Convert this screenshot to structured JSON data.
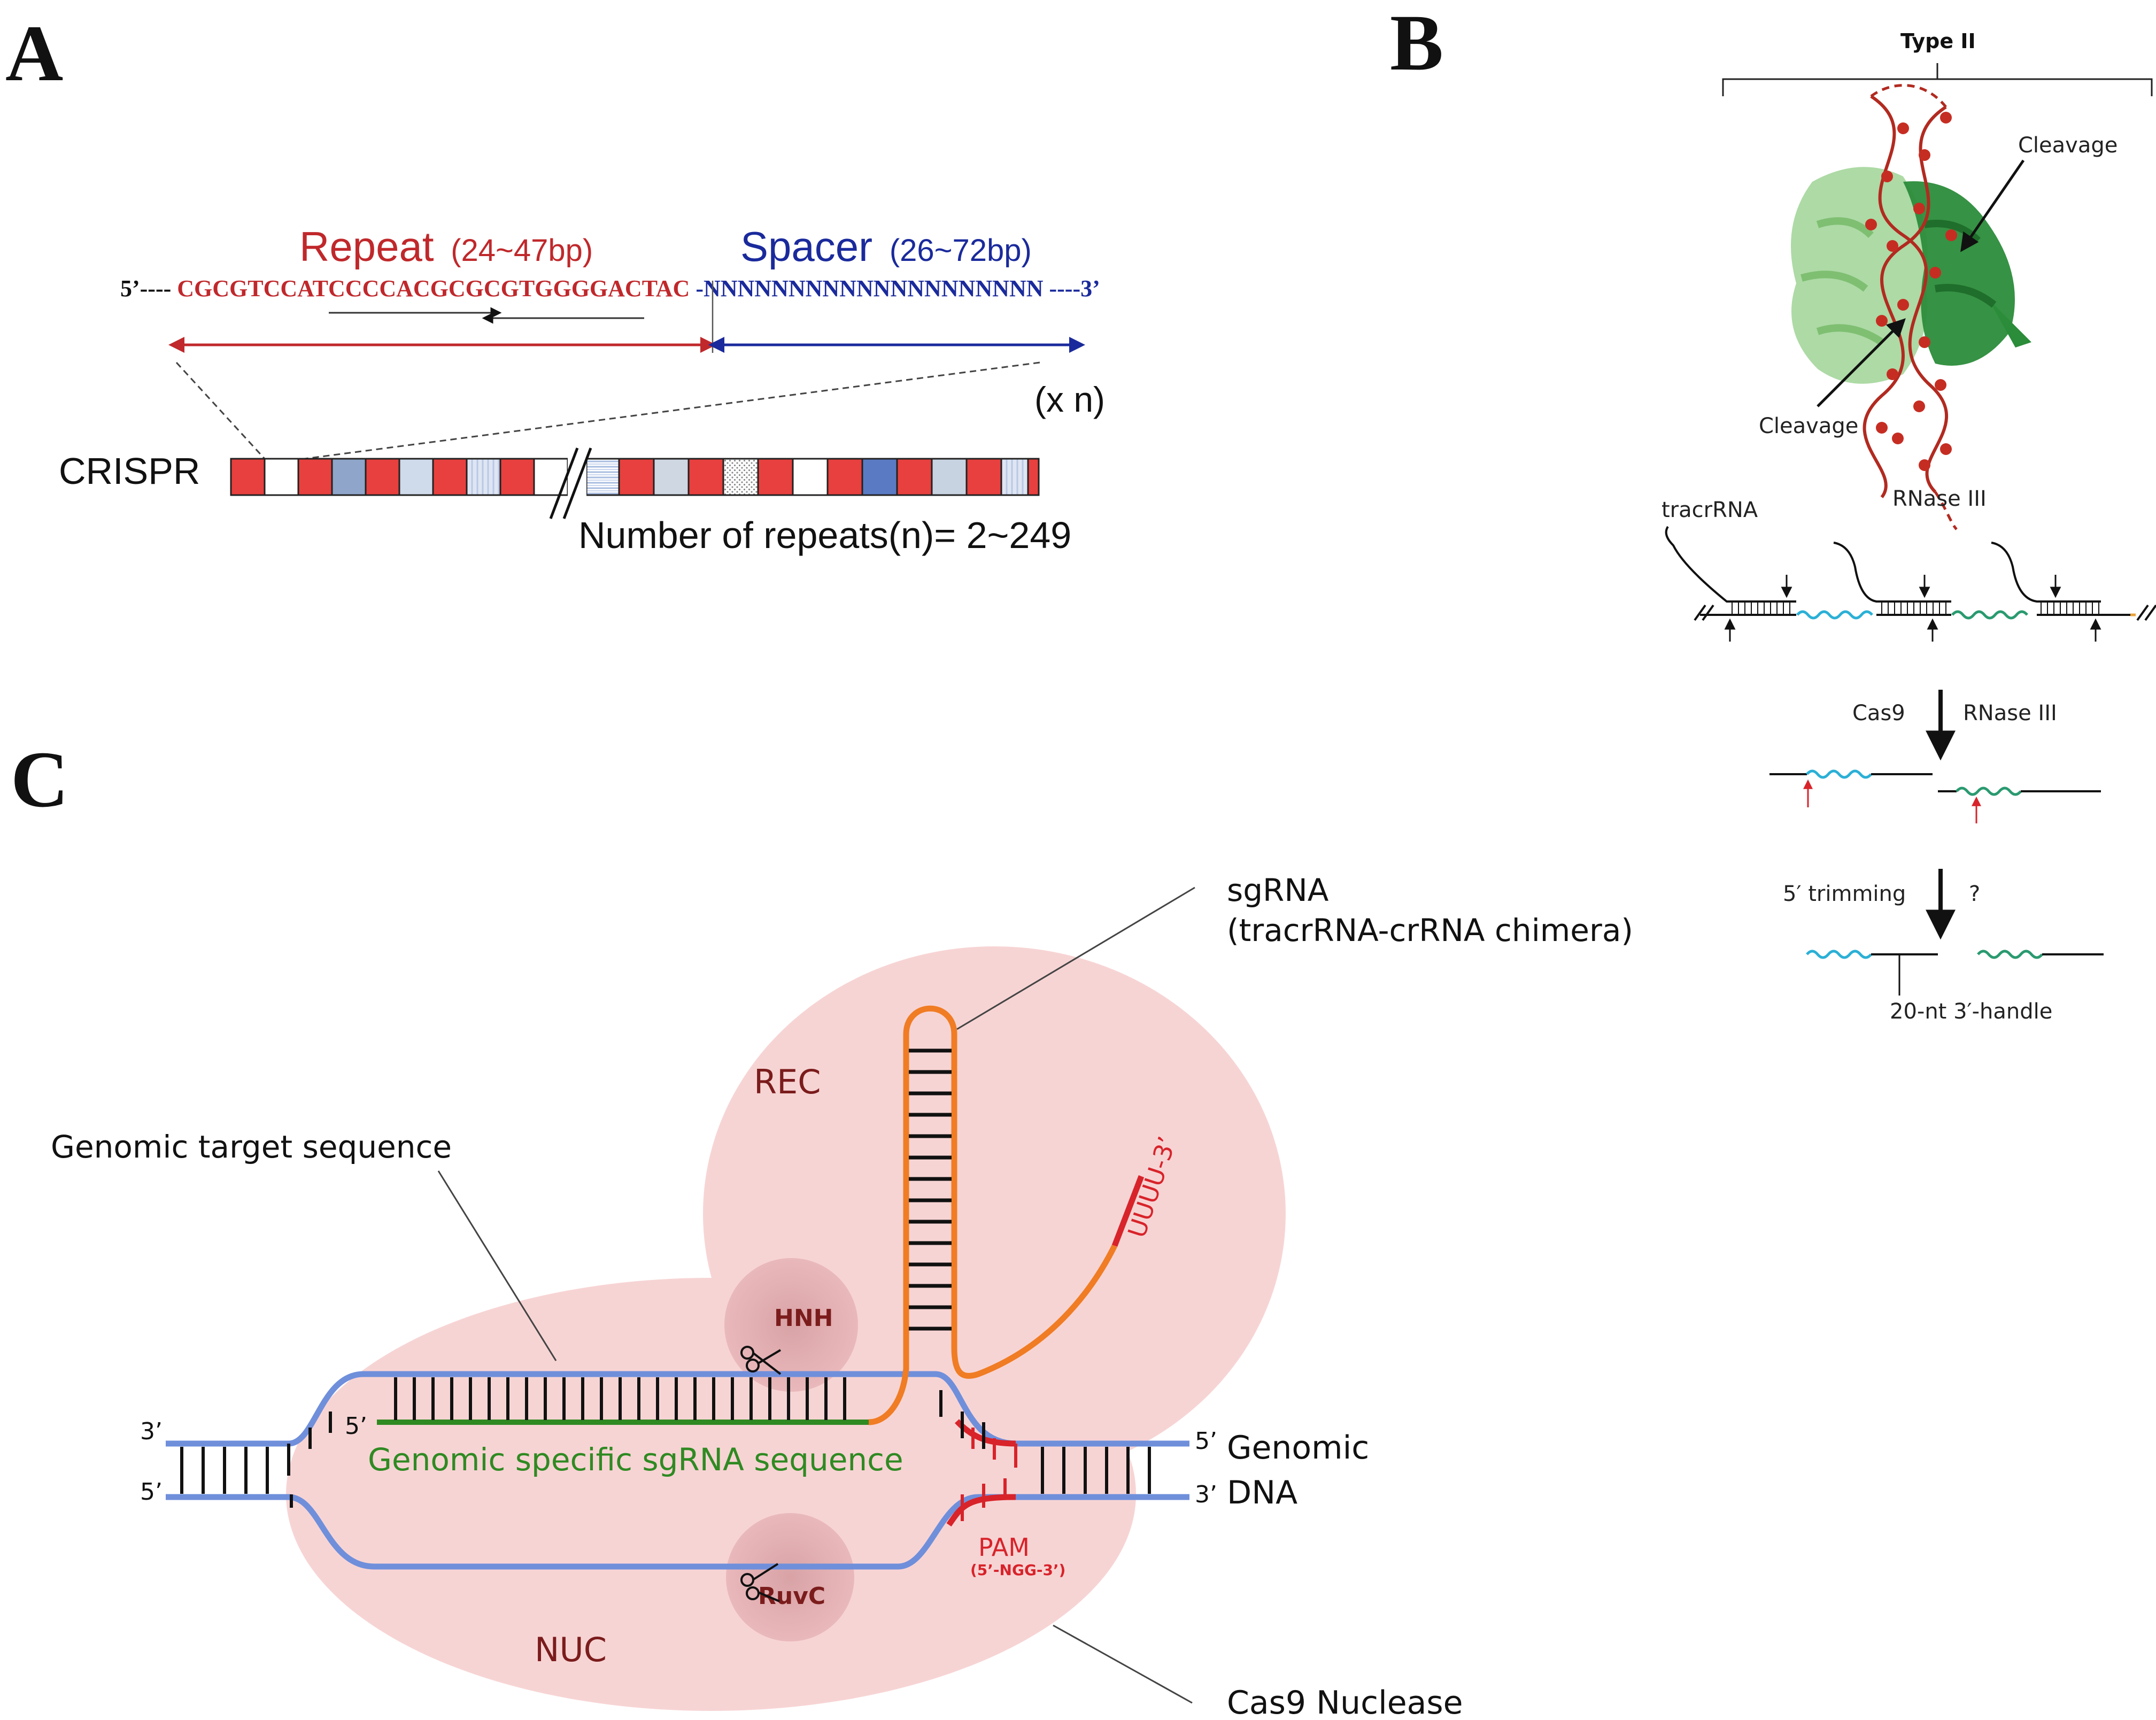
{
  "panels": {
    "a": {
      "letter": "A",
      "repeat_title": "Repeat",
      "repeat_range": "(24~47bp)",
      "spacer_title": "Spacer",
      "spacer_range": "(26~72bp)",
      "five_prime": "5’----",
      "repeat_sequence": "CGCGTCCATCCCCACGCGCGTGGGGACTAC",
      "spacer_sequence": "-NNNNNNNNNNNNNNNNNNNN",
      "three_prime": "----3’",
      "multiplier": "(x n)",
      "crispr_label": "CRISPR",
      "repeat_count": "Number of repeats(n)= 2~249"
    },
    "b": {
      "letter": "B",
      "type_label": "Type II",
      "cleavage_top": "Cleavage",
      "cleavage_bottom": "Cleavage",
      "rnase_label": "RNase III",
      "tracrrna_label": "tracrRNA",
      "cas9_label": "Cas9",
      "rnase_step_label": "RNase III",
      "trimming_label": "5′ trimming",
      "question_mark": "?",
      "handle_label": "20-nt 3′-handle"
    },
    "c": {
      "letter": "C",
      "sgrna_title": "sgRNA",
      "sgrna_subtitle": "(tracrRNA-crRNA chimera)",
      "rec_label": "REC",
      "uuuu_label": "UUUU-3’",
      "target_label": "Genomic target sequence",
      "hnh_label": "HNH",
      "five_prime_guide": "5’",
      "three_prime_left": "3’",
      "five_prime_left": "5’",
      "guide_label": "Genomic specific sgRNA sequence",
      "five_prime_right": "5’",
      "three_prime_right": "3’",
      "genomic_label": "Genomic",
      "dna_label": "DNA",
      "pam_label": "PAM",
      "pam_seq": "(5’-NGG-3’)",
      "ruvc_label": "RuvC",
      "nuc_label": "NUC",
      "cas9_label": "Cas9 Nuclease"
    }
  },
  "colors": {
    "repeat_red": "#c0282b",
    "spacer_blue": "#1a2a9c",
    "block_red": "#e8403e",
    "dna_blue": "#6f8fdb",
    "sgrna_orange": "#f07c23",
    "guide_green": "#2f8a22",
    "pam_red": "#d8232a",
    "cas9_pink": "#f7d4d4",
    "domain_dark": "#7b1c1c",
    "protein_light_green": "#a9d8a0",
    "protein_dark_green": "#2b8c3a",
    "rna_red": "#b22a20",
    "cyan_rna": "#2bb0d6",
    "green_rna": "#2a9a70"
  }
}
